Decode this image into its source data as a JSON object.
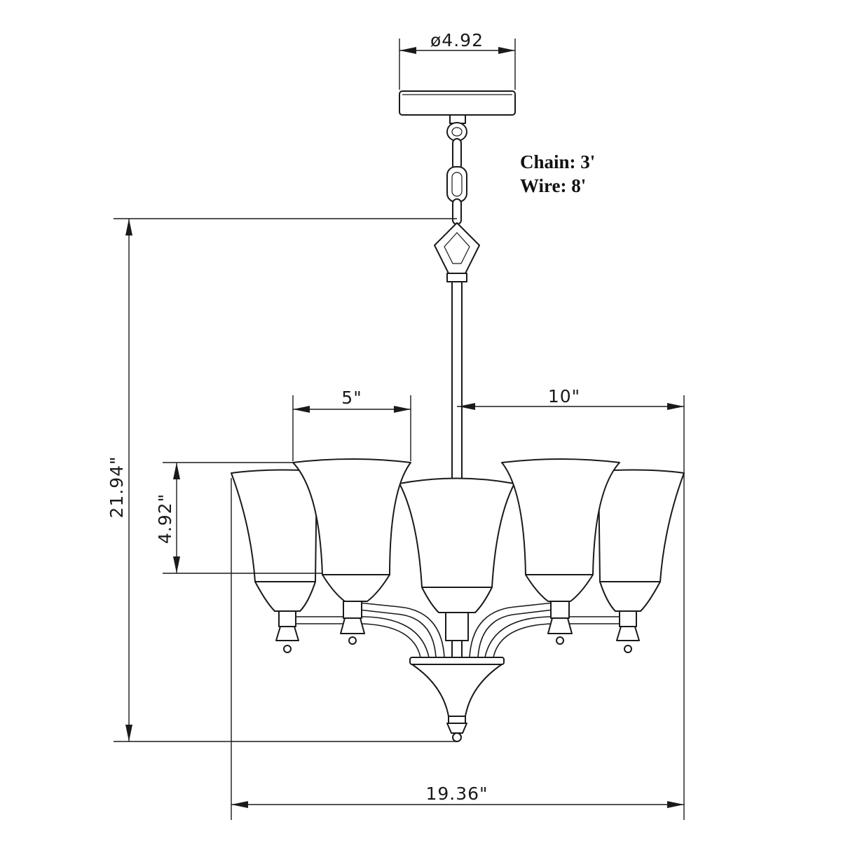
{
  "specs": {
    "chain": "Chain: 3'",
    "wire": "Wire: 8'"
  },
  "dimensions": {
    "canopy_diameter": "ø4.92",
    "overall_height": "21.94\"",
    "shade_height": "4.92\"",
    "shade_width": "5\"",
    "arm_reach": "10\"",
    "overall_width": "19.36\""
  }
}
